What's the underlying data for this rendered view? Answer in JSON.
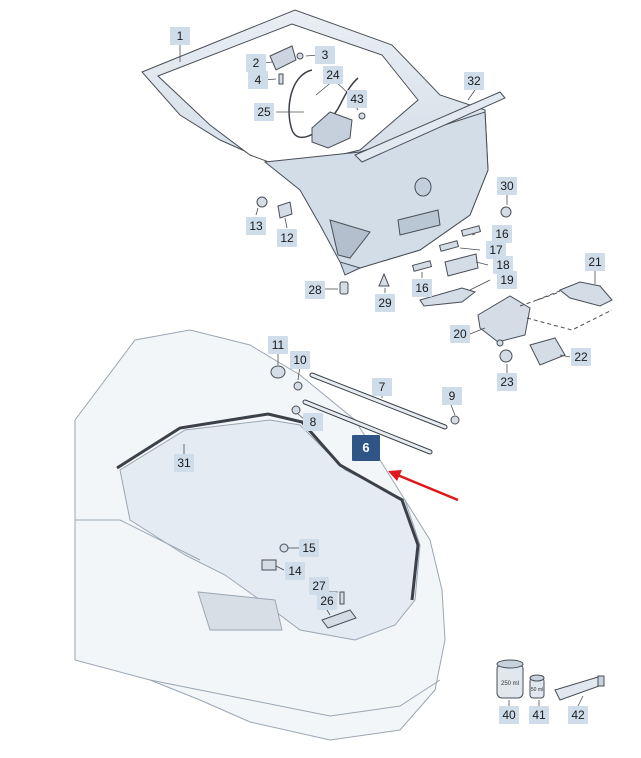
{
  "callouts": [
    {
      "id": "1",
      "label": "1"
    },
    {
      "id": "2",
      "label": "2"
    },
    {
      "id": "3",
      "label": "3"
    },
    {
      "id": "4",
      "label": "4"
    },
    {
      "id": "24",
      "label": "24"
    },
    {
      "id": "25",
      "label": "25"
    },
    {
      "id": "43",
      "label": "43"
    },
    {
      "id": "32",
      "label": "32"
    },
    {
      "id": "30",
      "label": "30"
    },
    {
      "id": "13",
      "label": "13"
    },
    {
      "id": "12",
      "label": "12"
    },
    {
      "id": "16a",
      "label": "16"
    },
    {
      "id": "17",
      "label": "17"
    },
    {
      "id": "18",
      "label": "18"
    },
    {
      "id": "16b",
      "label": "16"
    },
    {
      "id": "19",
      "label": "19"
    },
    {
      "id": "21",
      "label": "21"
    },
    {
      "id": "28",
      "label": "28"
    },
    {
      "id": "29",
      "label": "29"
    },
    {
      "id": "20",
      "label": "20"
    },
    {
      "id": "22",
      "label": "22"
    },
    {
      "id": "23",
      "label": "23"
    },
    {
      "id": "11",
      "label": "11"
    },
    {
      "id": "10",
      "label": "10"
    },
    {
      "id": "7",
      "label": "7"
    },
    {
      "id": "9",
      "label": "9"
    },
    {
      "id": "8",
      "label": "8"
    },
    {
      "id": "6",
      "label": "6"
    },
    {
      "id": "31",
      "label": "31"
    },
    {
      "id": "15",
      "label": "15"
    },
    {
      "id": "14",
      "label": "14"
    },
    {
      "id": "27",
      "label": "27"
    },
    {
      "id": "26",
      "label": "26"
    },
    {
      "id": "40",
      "label": "40"
    },
    {
      "id": "41",
      "label": "41"
    },
    {
      "id": "42",
      "label": "42"
    }
  ],
  "highlight_callout": "6",
  "highlight_color": "#2f5486",
  "arrow_color": "#e0161b",
  "part_color": "#dde6ef",
  "callout_color": "#cfdcea",
  "container_labels": {
    "grease_tin": "250 ml",
    "small_bottle": "50 ml"
  }
}
